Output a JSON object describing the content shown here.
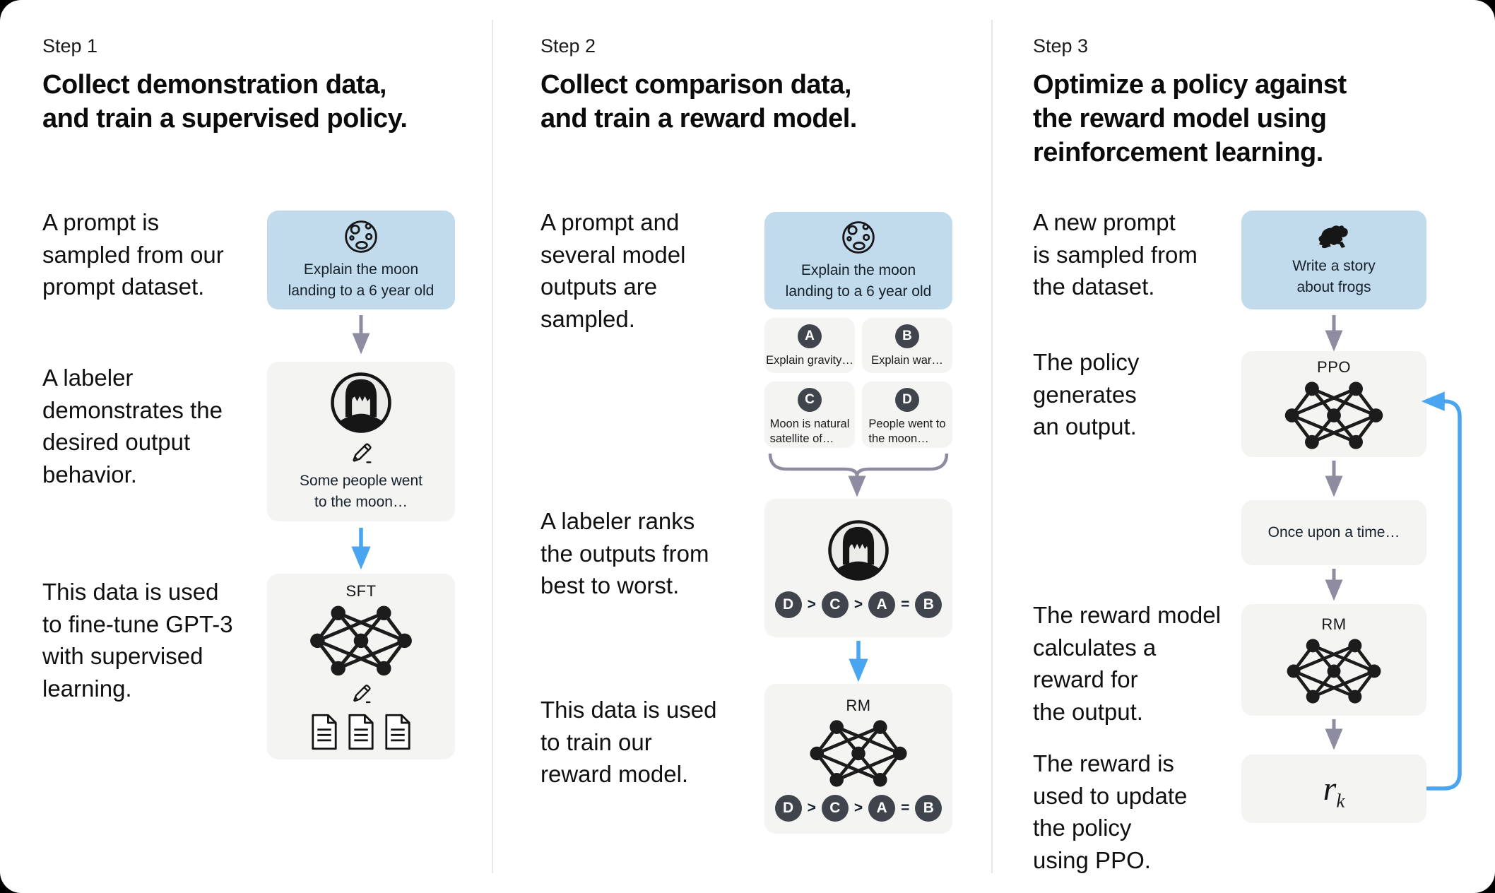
{
  "colors": {
    "page_bg": "#000000",
    "card_bg": "#ffffff",
    "prompt_box_bg": "#c1dbec",
    "panel_bg": "#f4f4f2",
    "arrow_gray": "#8e8ca0",
    "arrow_blue": "#4aa5f0",
    "badge_bg": "#3f444d",
    "divider": "#e8e8e8",
    "text": "#111111"
  },
  "step1": {
    "label": "Step 1",
    "title": [
      "Collect demonstration data,",
      "and train a supervised policy."
    ],
    "caption_prompt": [
      "A prompt is",
      "sampled from our",
      "prompt dataset."
    ],
    "caption_labeler": [
      "A labeler",
      "demonstrates the",
      "desired output",
      "behavior."
    ],
    "caption_finetune": [
      "This data is used",
      "to fine-tune GPT-3",
      "with supervised",
      "learning."
    ],
    "prompt_box": [
      "Explain the moon",
      "landing to a 6 year old"
    ],
    "labeler_box": [
      "Some people went",
      "to the moon…"
    ],
    "model_label": "SFT"
  },
  "step2": {
    "label": "Step 2",
    "title": [
      "Collect comparison data,",
      "and train a reward model."
    ],
    "caption_sample": [
      "A prompt and",
      "several model",
      "outputs are",
      "sampled."
    ],
    "caption_rank": [
      "A labeler ranks",
      "the outputs from",
      "best to worst."
    ],
    "caption_train": [
      "This data is used",
      "to train our",
      "reward model."
    ],
    "prompt_box": [
      "Explain the moon",
      "landing to a 6 year old"
    ],
    "outputs": [
      {
        "badge": "A",
        "text": [
          "Explain gravity…"
        ]
      },
      {
        "badge": "B",
        "text": [
          "Explain war…"
        ]
      },
      {
        "badge": "C",
        "text": [
          "Moon is natural",
          "satellite of…"
        ]
      },
      {
        "badge": "D",
        "text": [
          "People went to",
          "the moon…"
        ]
      }
    ],
    "ranking": [
      "D",
      ">",
      "C",
      ">",
      "A",
      "=",
      "B"
    ],
    "model_label": "RM"
  },
  "step3": {
    "label": "Step 3",
    "title": [
      "Optimize a policy against",
      "the reward model using",
      "reinforcement learning."
    ],
    "caption_prompt": [
      "A new prompt",
      "is sampled from",
      "the dataset."
    ],
    "caption_policy": [
      "The policy",
      "generates",
      "an output."
    ],
    "caption_reward": [
      "The reward model",
      "calculates a",
      "reward for",
      "the output."
    ],
    "caption_update": [
      "The reward is",
      "used to update",
      "the policy",
      "using PPO."
    ],
    "prompt_box": [
      "Write a story",
      "about frogs"
    ],
    "policy_label": "PPO",
    "output_box": "Once upon a time…",
    "model_label": "RM",
    "reward_base": "r",
    "reward_sub": "k"
  }
}
